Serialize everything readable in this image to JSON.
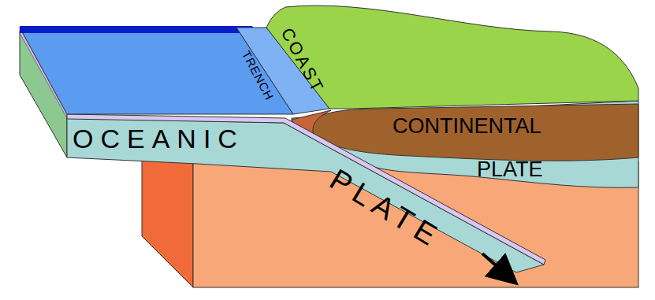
{
  "diagram": {
    "labels": [
      "COAST",
      "TRENCH",
      "CONTINENTAL",
      "PLATE",
      "OCEANIC",
      "PLATE"
    ]
  }
}
